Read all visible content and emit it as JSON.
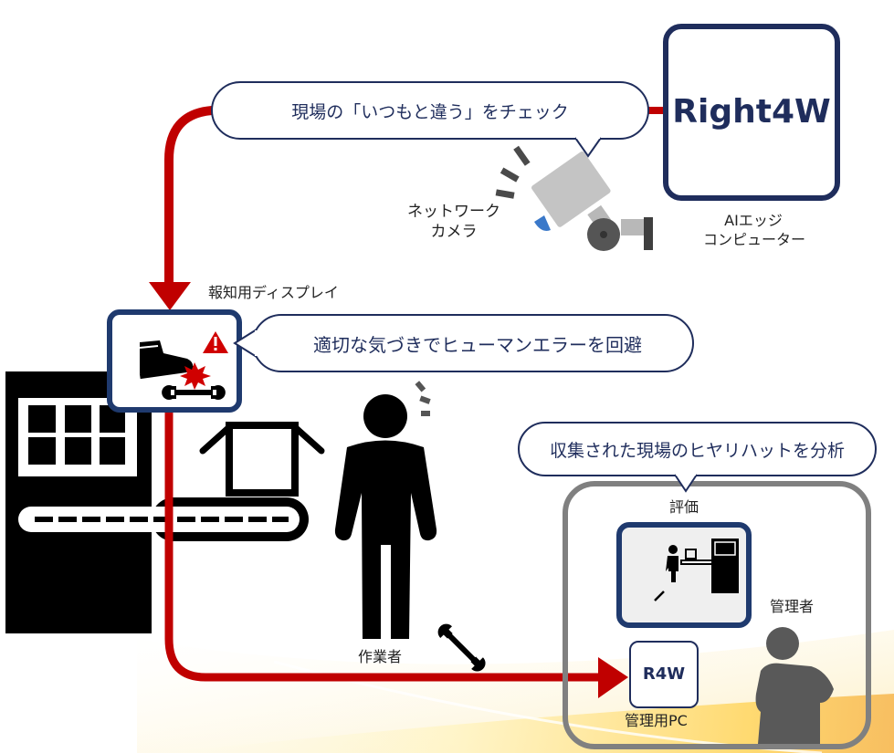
{
  "diagram": {
    "edge_computer": {
      "logo": "Right4W",
      "label_line1": "AIエッジ",
      "label_line2": "コンピューター"
    },
    "camera": {
      "label_line1": "ネットワーク",
      "label_line2": "カメラ",
      "bubble": "現場の「いつもと違う」をチェック"
    },
    "display": {
      "label": "報知用ディスプレイ",
      "bubble": "適切な気づきでヒューマンエラーを回避"
    },
    "worker": {
      "label": "作業者"
    },
    "management": {
      "bubble": "収集された現場のヒヤリハットを分析",
      "evaluation_label": "評価",
      "pc_logo": "R4W",
      "pc_label": "管理用PC",
      "manager_label": "管理者"
    },
    "colors": {
      "navy": "#1f3a6e",
      "arrow_red": "#c00000",
      "gray_frame": "#808080",
      "manager_gray": "#595959"
    }
  }
}
